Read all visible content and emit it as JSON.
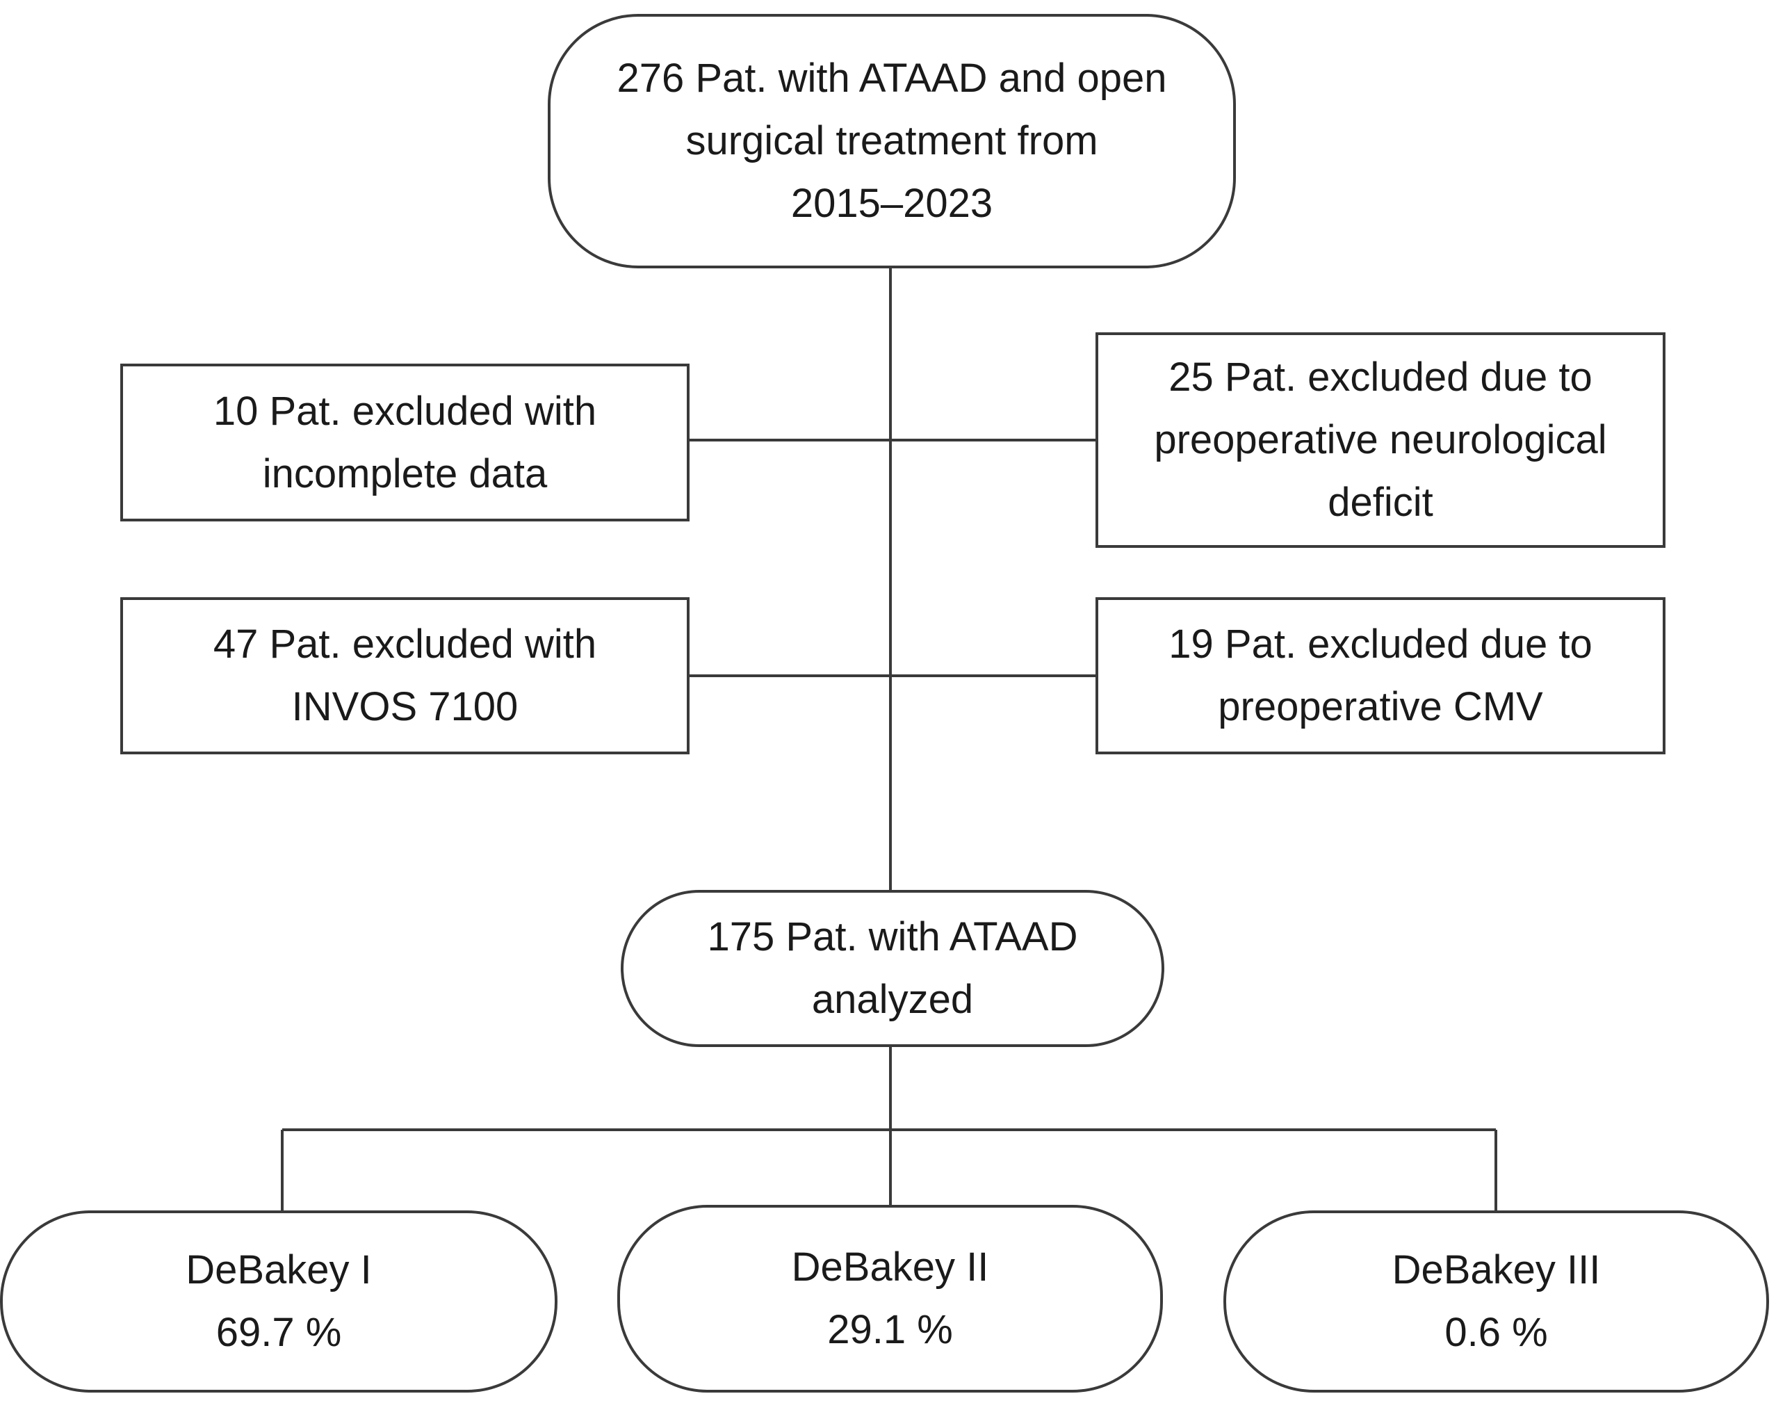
{
  "diagram": {
    "start": {
      "lines": [
        "276 Pat. with ATAAD and open",
        "surgical treatment from",
        "2015–2023"
      ]
    },
    "exclusions": {
      "incomplete": {
        "lines": [
          "10 Pat. excluded with",
          "incomplete data"
        ]
      },
      "neuro": {
        "lines": [
          "25 Pat. excluded due to",
          "preoperative neurological",
          "deficit"
        ]
      },
      "invos": {
        "lines": [
          "47 Pat. excluded with",
          "INVOS 7100"
        ]
      },
      "cmv": {
        "lines": [
          "19 Pat. excluded due to",
          "preoperative CMV"
        ]
      }
    },
    "analyzed": {
      "lines": [
        "175 Pat. with ATAAD",
        "analyzed"
      ]
    },
    "groups": [
      {
        "name": "DeBakey I",
        "value": "69.7 %"
      },
      {
        "name": "DeBakey II",
        "value": "29.1 %"
      },
      {
        "name": "DeBakey III",
        "value": "0.6 %"
      }
    ]
  },
  "colors": {
    "line": "#3a3a3a",
    "box_border": "#3a3a3a",
    "text": "#1a1a1a",
    "background": "#ffffff"
  }
}
